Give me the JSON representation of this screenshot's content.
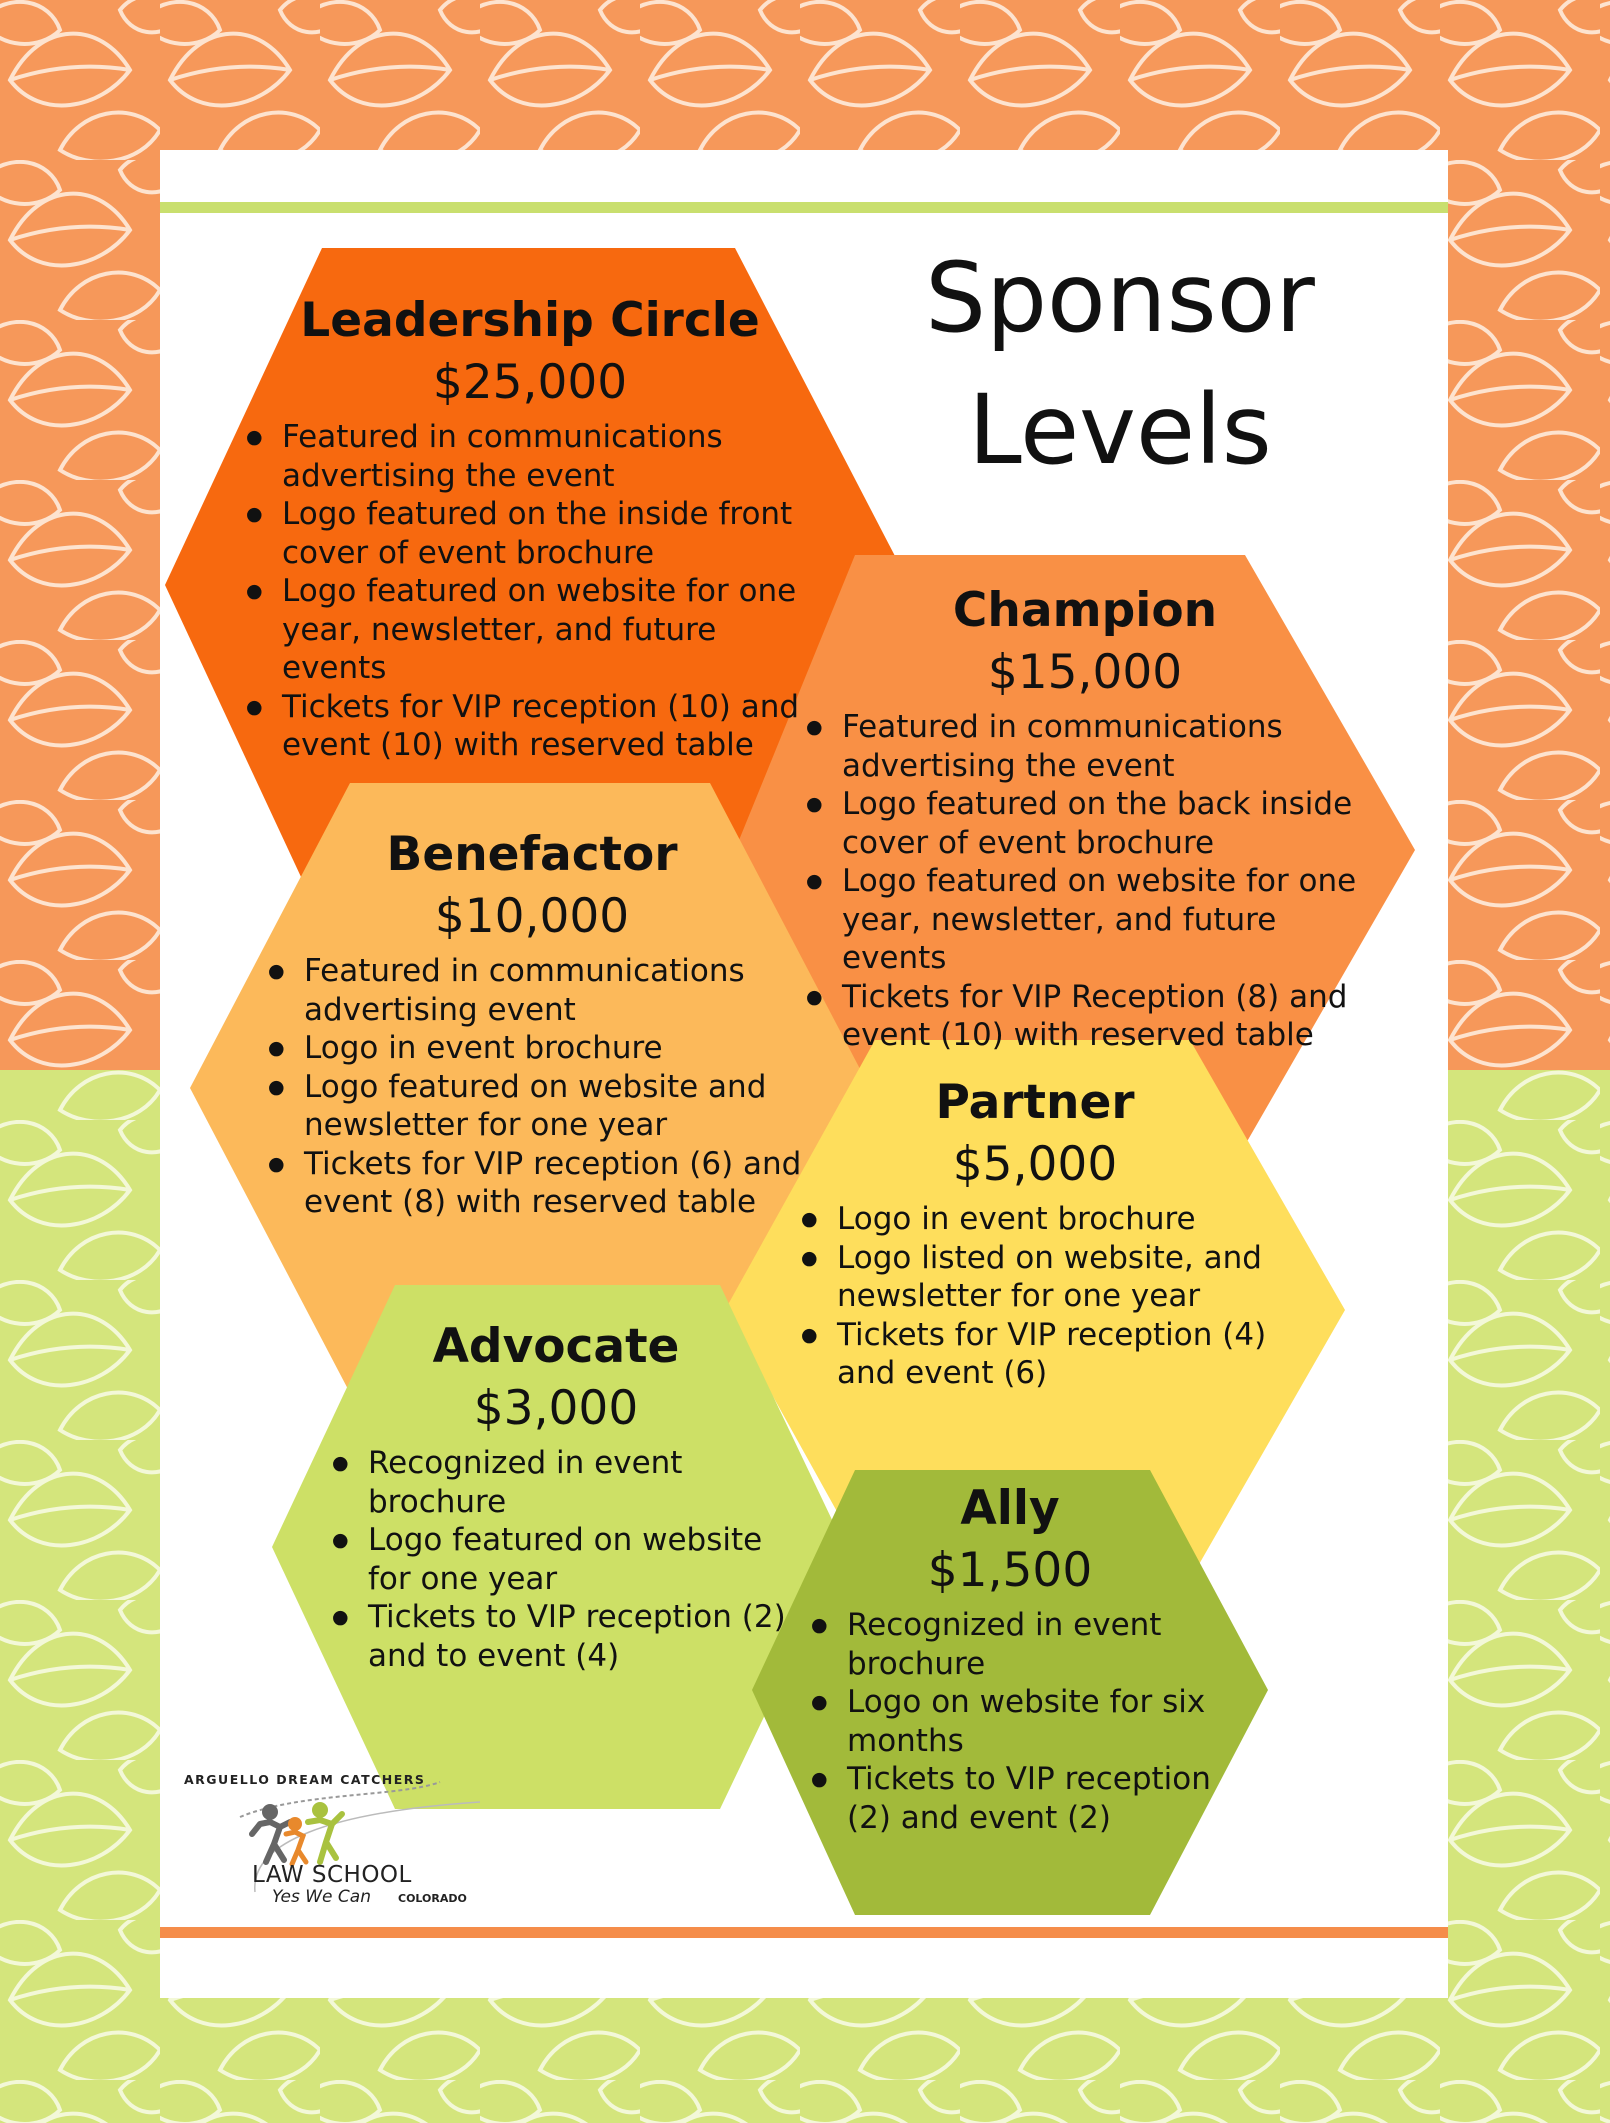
{
  "title": {
    "line1": "Sponsor",
    "line2": "Levels"
  },
  "colors": {
    "orange_bg": "#f6985a",
    "green_bg": "#d4e57c",
    "top_rule": "#c9df6e",
    "bottom_rule": "#f58d4a"
  },
  "levels": [
    {
      "name": "Leadership Circle",
      "price": "$25,000",
      "color": "#f7690f",
      "benefits": [
        "Featured in communications advertising the event",
        "Logo featured on the inside front cover of event brochure",
        "Logo featured on website for one year, newsletter, and future events",
        "Tickets for VIP reception (10) and event (10) with reserved table"
      ]
    },
    {
      "name": "Champion",
      "price": "$15,000",
      "color": "#f99045",
      "benefits": [
        "Featured in communications advertising the event",
        "Logo featured on the back inside cover of event brochure",
        "Logo featured on website for one year, newsletter, and future events",
        "Tickets for VIP Reception (8) and event (10) with reserved table"
      ]
    },
    {
      "name": "Benefactor",
      "price": "$10,000",
      "color": "#fcb95a",
      "benefits": [
        "Featured in communications advertising event",
        "Logo in event brochure",
        "Logo featured on website and newsletter for one year",
        "Tickets for VIP reception (6) and event (8) with reserved table"
      ]
    },
    {
      "name": "Partner",
      "price": "$5,000",
      "color": "#fede5c",
      "benefits": [
        "Logo in event brochure",
        "Logo listed on website, and newsletter for one year",
        "Tickets for VIP reception (4) and event (6)"
      ]
    },
    {
      "name": "Advocate",
      "price": "$3,000",
      "color": "#cde066",
      "benefits": [
        "Recognized in event brochure",
        "Logo featured on website for one year",
        "Tickets to VIP reception (2) and to event (4)"
      ]
    },
    {
      "name": "Ally",
      "price": "$1,500",
      "color": "#a2ba3a",
      "benefits": [
        "Recognized in event brochure",
        "Logo on website for six months",
        "Tickets to VIP reception (2) and event (2)"
      ]
    }
  ],
  "logo": {
    "tagline": "ARGUELLO DREAM CATCHERS",
    "name": "LAW SCHOOL",
    "slogan": "Yes We Can",
    "state": "COLORADO"
  }
}
